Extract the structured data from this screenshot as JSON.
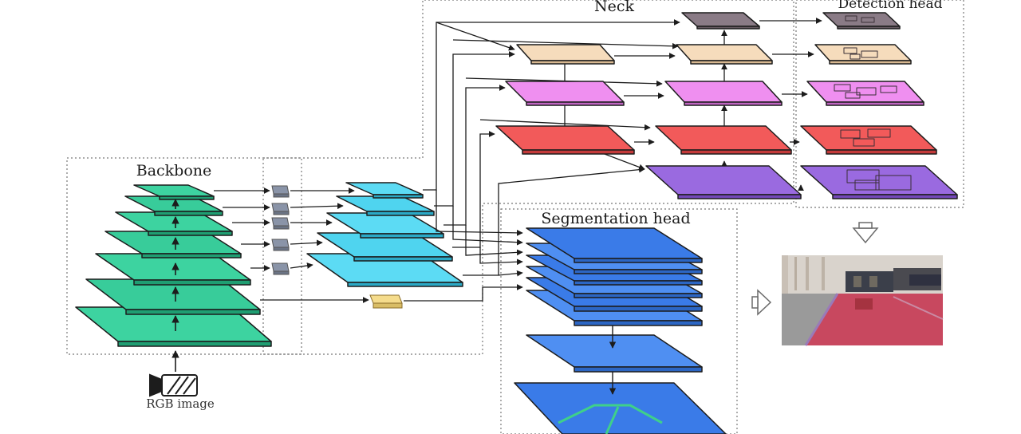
{
  "labels": {
    "backbone": "Backbone",
    "neck": "Neck",
    "detection_head": "Detection head",
    "segmentation_head": "Segmentation head",
    "input": "RGB image"
  },
  "colors": {
    "backbone": "#2fbf8f",
    "backbone_top": "#3dd3a0",
    "neck_in": "#40cbe8",
    "neck_in_top": "#5cdbf4",
    "neck_grey": "#8a7b86",
    "neck_peach": "#f6dcbc",
    "neck_pink": "#ef8ff0",
    "neck_red": "#f25a5a",
    "neck_purple": "#9a6ae0",
    "seg_blue": "#3a7be8",
    "seg_blue_top": "#4f8ff2",
    "road_red": "#c8485f",
    "outline": "#1c1c1c",
    "dotted_box": "#777777"
  },
  "icons": {
    "camera": "video-camera-icon",
    "arrow_down": "down-arrow-icon",
    "arrow_right": "right-arrow-icon",
    "connector": "conv-block-icon",
    "convblock": "conv-block-icon"
  }
}
